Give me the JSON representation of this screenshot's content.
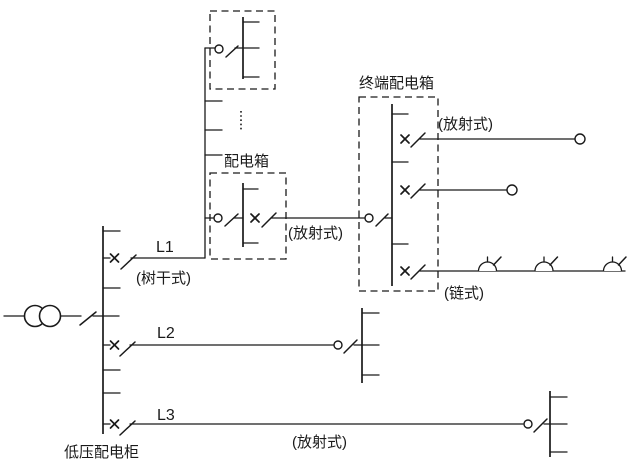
{
  "canvas": {
    "background": "#ffffff",
    "line_color": "#1a1a1a"
  },
  "labels": {
    "feeder_l1": "L1",
    "feeder_l1_mode": "(树干式)",
    "feeder_l2": "L2",
    "feeder_l3": "L3",
    "feeder_l3_mode": "(放射式)",
    "distribution_box": "配电箱",
    "distribution_box_out_mode": "(放射式)",
    "terminal_box": "终端配电箱",
    "terminal_box_radial_mode": "(放射式)",
    "terminal_box_chain_mode": "(链式)",
    "lv_cabinet": "低压配电柜"
  },
  "icons": {
    "transformer": "transformer-icon",
    "breaker": "breaker-x-slash-icon",
    "connector": "circle-slash-connector-icon",
    "lamp": "lamp-icon",
    "continuation": "vertical-ellipsis-dots"
  }
}
